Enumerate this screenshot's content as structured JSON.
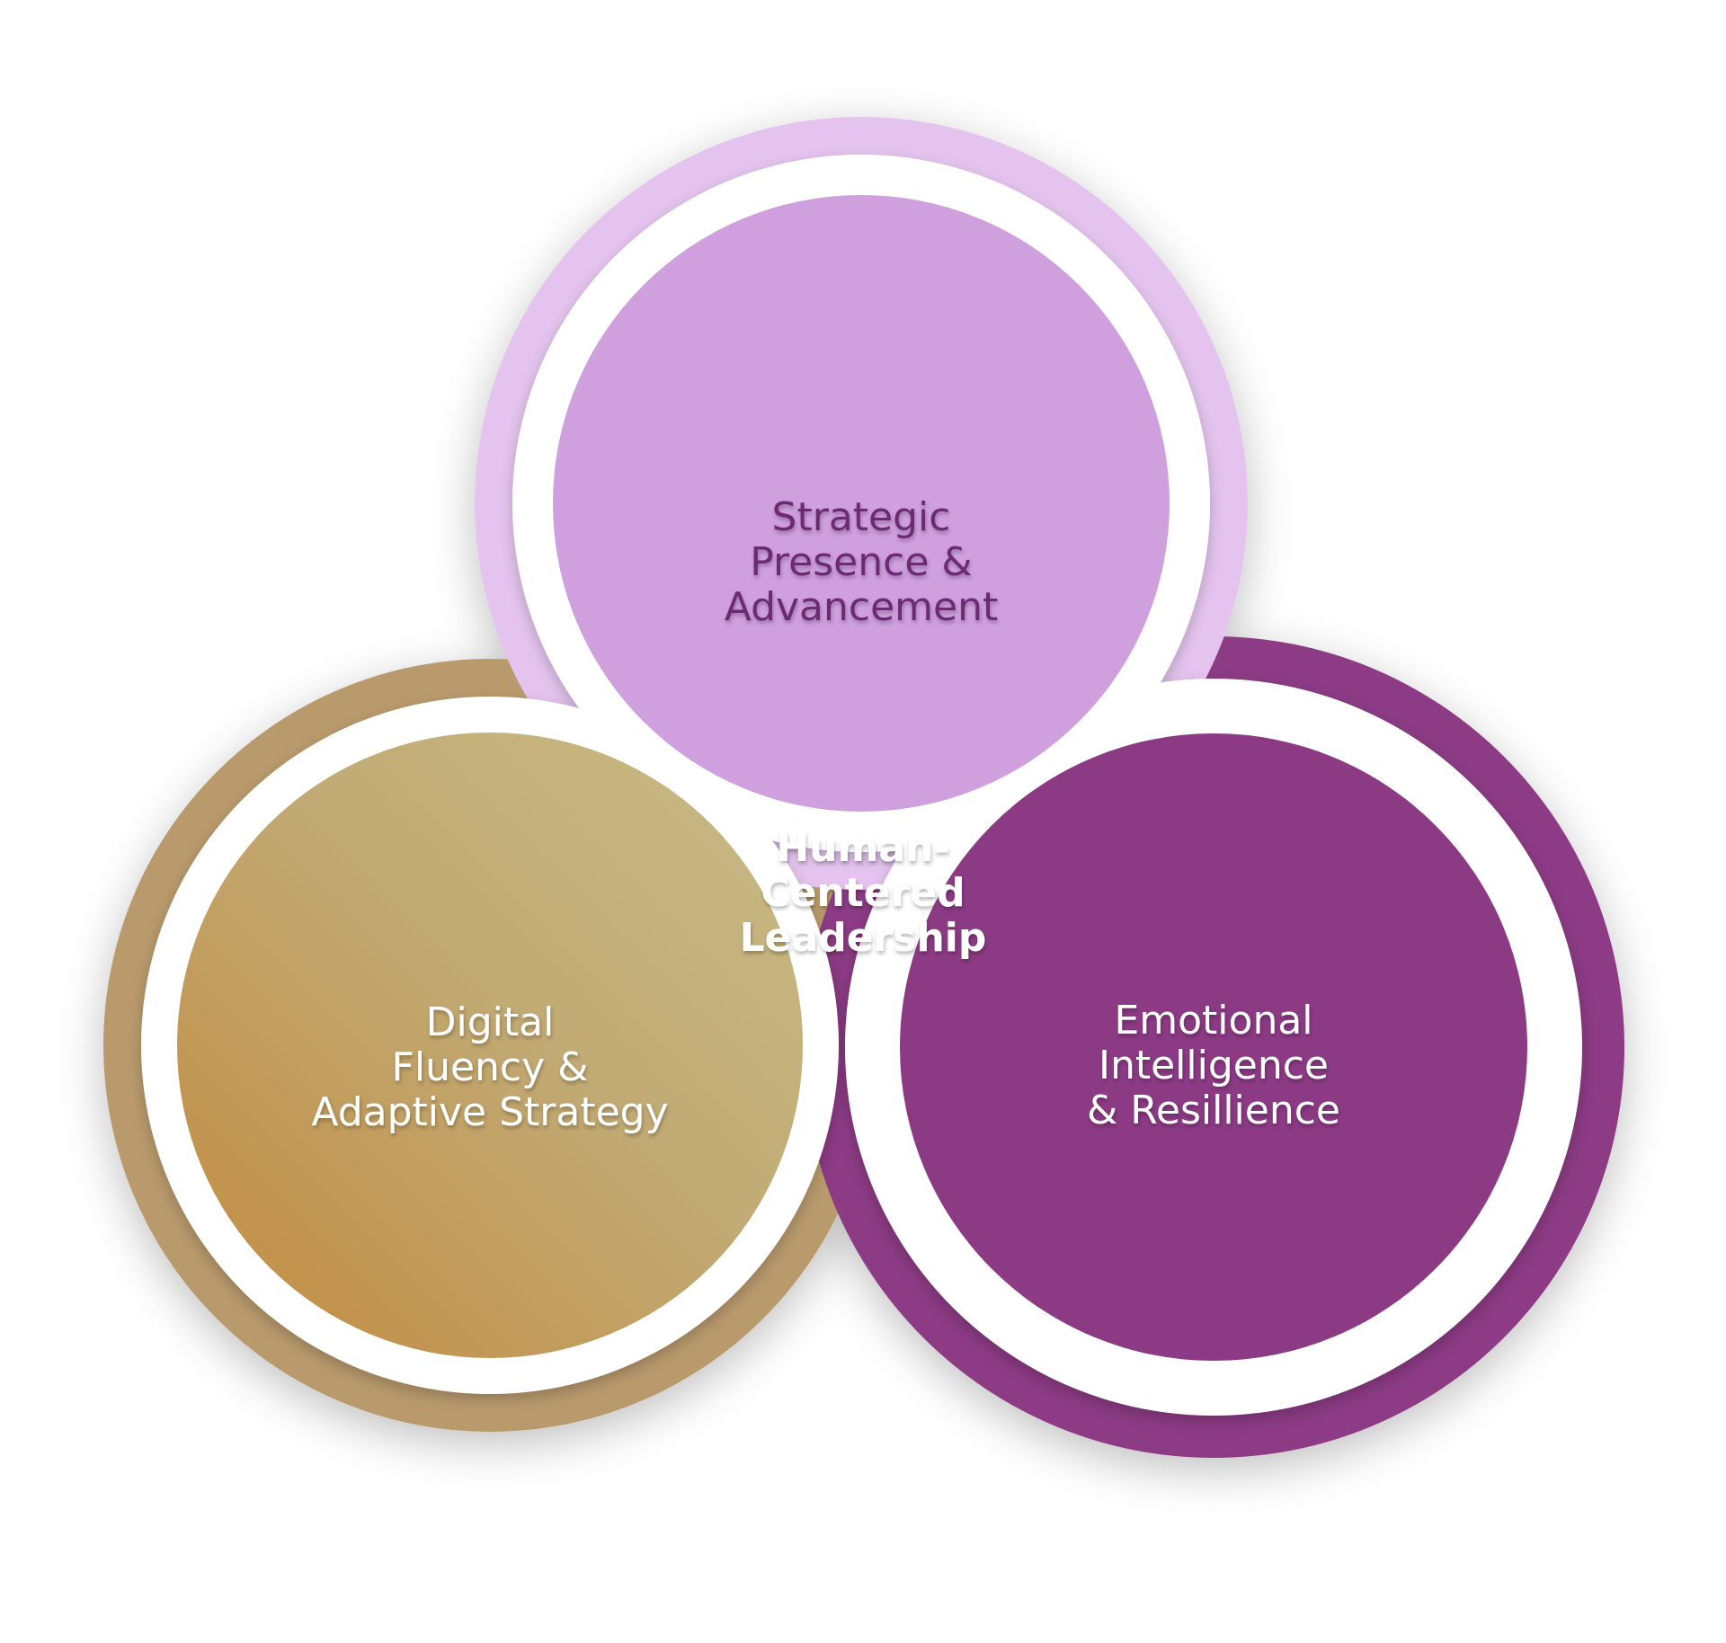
{
  "diagram": {
    "type": "venn",
    "circles": [
      {
        "id": "top",
        "lines": [
          "Strategic",
          "Presence &",
          "Advancement"
        ],
        "fill": "#cf9fde",
        "ring": "#e4c4ee",
        "text_color": "#6c2a74"
      },
      {
        "id": "left",
        "lines": [
          "Digital",
          "Fluency &",
          "Adaptive Strategy"
        ],
        "fill": "#c2a26a",
        "ring": "#b99a6d",
        "text_color": "#ffffff"
      },
      {
        "id": "right",
        "lines": [
          "Emotional",
          "Intelligence",
          "& Resillience"
        ],
        "fill": "#8c3a84",
        "ring": "#8c3a84",
        "text_color": "#ffffff"
      }
    ],
    "center": {
      "lines": [
        "Human-",
        "Centered",
        "Leadership"
      ],
      "text_color": "#ffffff"
    },
    "colors": {
      "overlap_top_left": "#aec294",
      "overlap_top_right": "#ac6fb6",
      "overlap_left_right": "#7e8a6c",
      "overlap_all": "#aec294",
      "gap": "#ffffff"
    }
  }
}
